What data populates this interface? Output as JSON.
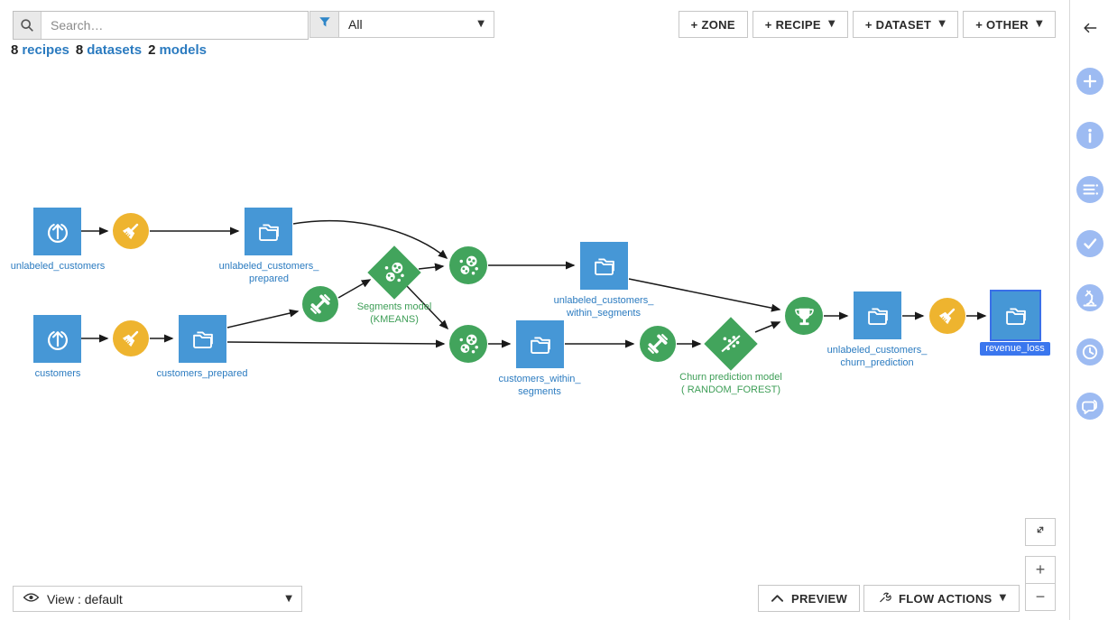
{
  "header": {
    "search_placeholder": "Search…",
    "filter_selected": "All",
    "summary": [
      {
        "count": "8",
        "label": "recipes"
      },
      {
        "count": "8",
        "label": "datasets"
      },
      {
        "count": "2",
        "label": "models"
      }
    ],
    "buttons": {
      "zone": "+ ZONE",
      "recipe": "+ RECIPE",
      "dataset": "+ DATASET",
      "other": "+ OTHER"
    }
  },
  "right_panel": {
    "icons": [
      "collapse-panel",
      "add",
      "details",
      "schema",
      "status-checks",
      "lab",
      "timeline",
      "discussions"
    ]
  },
  "flow": {
    "nodes": {
      "unlabeled_customers": {
        "label": "unlabeled_customers",
        "type": "uploaded dataset"
      },
      "unlabeled_customers_prepared": {
        "label": "unlabeled_customers_\nprepared",
        "type": "folder dataset"
      },
      "customers": {
        "label": "customers",
        "type": "uploaded dataset"
      },
      "customers_prepared": {
        "label": "customers_prepared",
        "type": "folder dataset"
      },
      "segments_model": {
        "label": "Segments model\n(KMEANS)",
        "type": "clustering model"
      },
      "unlabeled_customers_within_segments": {
        "label": "unlabeled_customers_\nwithin_segments",
        "type": "folder dataset"
      },
      "customers_within_segments": {
        "label": "customers_within_\nsegments",
        "type": "folder dataset"
      },
      "churn_model": {
        "label": "Churn prediction model\n( RANDOM_FOREST)",
        "type": "prediction model"
      },
      "unlabeled_customers_churn_prediction": {
        "label": "unlabeled_customers_\nchurn_prediction",
        "type": "folder dataset"
      },
      "revenue_loss": {
        "label": "revenue_loss",
        "type": "folder dataset, selected"
      }
    },
    "recipes": [
      "prepare",
      "prepare",
      "train-clustering",
      "cluster-apply",
      "cluster-apply",
      "train-prediction",
      "evaluate-trophy",
      "prepare"
    ]
  },
  "footer": {
    "view_label": "View : default",
    "preview_label": "PREVIEW",
    "flow_actions_label": "FLOW ACTIONS",
    "zoom_in": "+",
    "zoom_out": "−"
  },
  "colors": {
    "dataset_blue": "#4697d6",
    "recipe_yellow": "#eeb42f",
    "ml_green": "#42a45c",
    "selection_blue": "#3a6fe8",
    "link_blue": "#2b7bc0",
    "panel_icon_blue": "#9dbbf2"
  }
}
